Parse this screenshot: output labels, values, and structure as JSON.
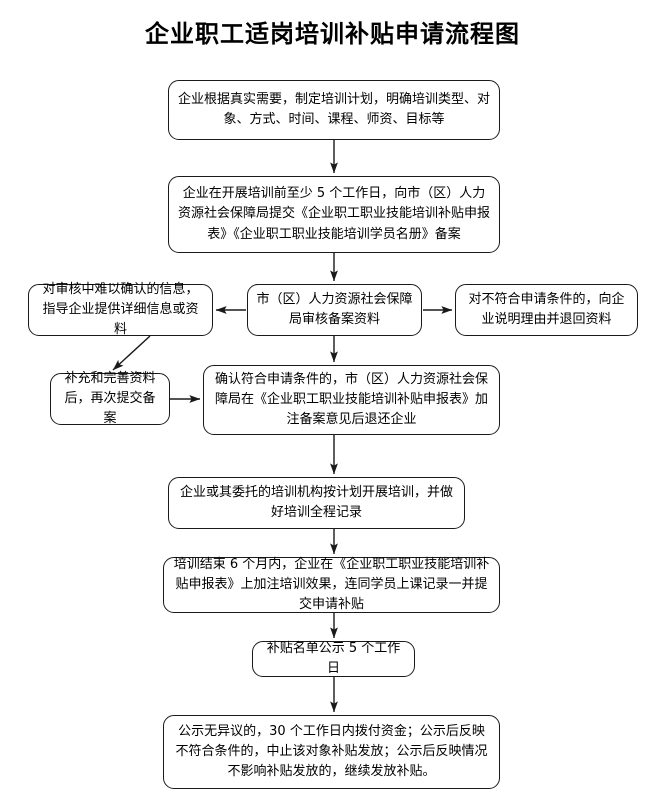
{
  "title": "企业职工适岗培训补贴申请流程图",
  "style": {
    "background_color": "#ffffff",
    "box_border_color": "#1a1a1a",
    "box_fill_color": "#ffffff",
    "text_color": "#000000",
    "connector_color": "#1a1a1a"
  },
  "nodes": {
    "plan": {
      "id": "plan",
      "label": "企业根据真实需要，制定培训计划，明确培训类型、对象、方式、时间、课程、师资、目标等",
      "shape": "rounded-rectangle"
    },
    "submit": {
      "id": "submit",
      "label": "企业在开展培训前至少 5 个工作日，向市（区）人力资源社会保障局提交《企业职工职业技能培训补贴申报表》《企业职工职业技能培训学员名册》备案",
      "shape": "rounded-rectangle"
    },
    "clarify": {
      "id": "clarify",
      "label": "对审核中难以确认的信息，指导企业提供详细信息或资料",
      "shape": "rounded-rectangle"
    },
    "review": {
      "id": "review",
      "label": "市（区）人力资源社会保障局审核备案资料",
      "shape": "rounded-rectangle"
    },
    "reject": {
      "id": "reject",
      "label": "对不符合申请条件的，向企业说明理由并退回资料",
      "shape": "rounded-rectangle"
    },
    "resubmit": {
      "id": "resubmit",
      "label": "补充和完善资料后，再次提交备案",
      "shape": "rounded-rectangle"
    },
    "approve": {
      "id": "approve",
      "label": "确认符合申请条件的，市（区）人力资源社会保障局在《企业职工职业技能培训补贴申报表》加注备案意见后退还企业",
      "shape": "rounded-rectangle"
    },
    "training": {
      "id": "training",
      "label": "企业或其委托的培训机构按计划开展培训，并做好培训全程记录",
      "shape": "rounded-rectangle"
    },
    "apply": {
      "id": "apply",
      "label": "培训结束 6 个月内，企业在《企业职工职业技能培训补贴申报表》上加注培训效果，连同学员上课记录一并提交申请补贴",
      "shape": "rounded-rectangle"
    },
    "publicity": {
      "id": "publicity",
      "label": "补贴名单公示 5 个工作日",
      "shape": "rounded-rectangle"
    },
    "payment": {
      "id": "payment",
      "label": "公示无异议的，30 个工作日内拨付资金；公示后反映不符合条件的，中止该对象补贴发放；公示后反映情况不影响补贴发放的，继续发放补贴。",
      "shape": "rounded-rectangle"
    }
  },
  "edges": [
    {
      "from": "plan",
      "to": "submit",
      "label": "",
      "direction": "down"
    },
    {
      "from": "submit",
      "to": "review",
      "label": "",
      "direction": "down"
    },
    {
      "from": "review",
      "to": "clarify",
      "label": "",
      "direction": "left"
    },
    {
      "from": "review",
      "to": "reject",
      "label": "",
      "direction": "right"
    },
    {
      "from": "clarify",
      "to": "resubmit",
      "label": "",
      "direction": "diagonal-down-left"
    },
    {
      "from": "resubmit",
      "to": "approve",
      "label": "",
      "direction": "right"
    },
    {
      "from": "review",
      "to": "approve",
      "label": "",
      "direction": "down"
    },
    {
      "from": "approve",
      "to": "training",
      "label": "",
      "direction": "down"
    },
    {
      "from": "training",
      "to": "apply",
      "label": "",
      "direction": "down"
    },
    {
      "from": "apply",
      "to": "publicity",
      "label": "",
      "direction": "down"
    },
    {
      "from": "publicity",
      "to": "payment",
      "label": "",
      "direction": "down"
    }
  ]
}
